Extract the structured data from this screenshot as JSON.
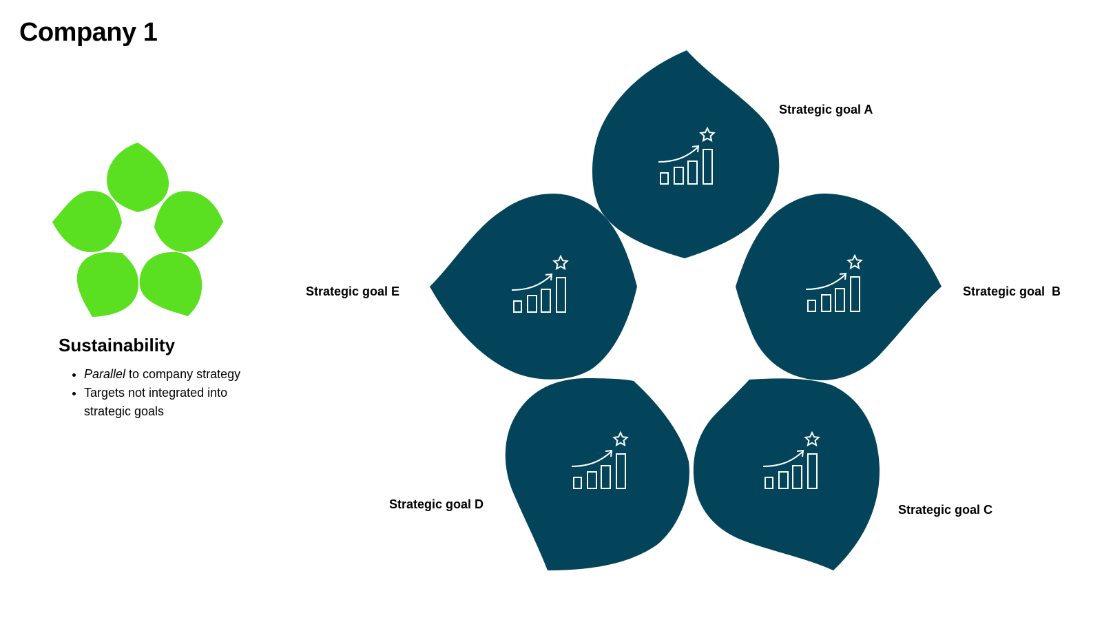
{
  "title": "Company 1",
  "sustainability": {
    "heading": "Sustainability",
    "bullets": [
      {
        "emphasis": "Parallel",
        "text": " to company strategy"
      },
      {
        "emphasis": "",
        "text": "Targets not integrated into strategic goals"
      }
    ],
    "icon": "green-five-petal-flower-icon",
    "color": "#5ae021"
  },
  "diagram": {
    "petal_color": "#03445a",
    "icon_color": "#ffffff",
    "petal_icon": "growth-chart-star-icon",
    "goals": [
      {
        "id": "A",
        "label": "Strategic goal A"
      },
      {
        "id": "B",
        "label": "Strategic goal  B"
      },
      {
        "id": "C",
        "label": "Strategic goal C"
      },
      {
        "id": "D",
        "label": "Strategic goal D"
      },
      {
        "id": "E",
        "label": "Strategic goal E"
      }
    ]
  }
}
